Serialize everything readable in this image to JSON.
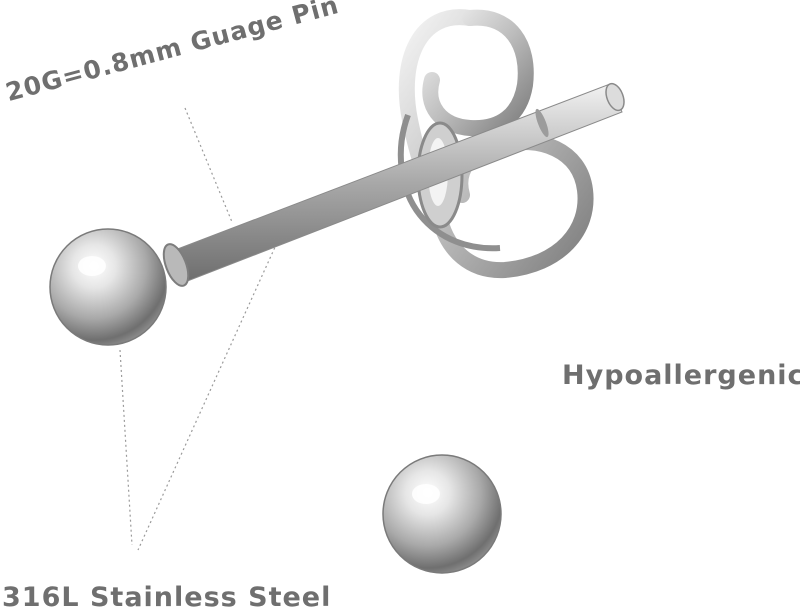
{
  "labels": {
    "gauge": "20G=0.8mm Guage Pin",
    "hypoallergenic": "Hypoallergenic",
    "steel": "316L Stainless Steel"
  },
  "icons": {
    "earring_stud": "earring-stud-icon",
    "butterfly_back": "butterfly-back-icon",
    "small_ball": "ball-icon"
  },
  "colors": {
    "label": "#6f6f6f",
    "metal_light": "#f4f4f4",
    "metal_dark": "#6a6a6a",
    "background": "#ffffff"
  }
}
